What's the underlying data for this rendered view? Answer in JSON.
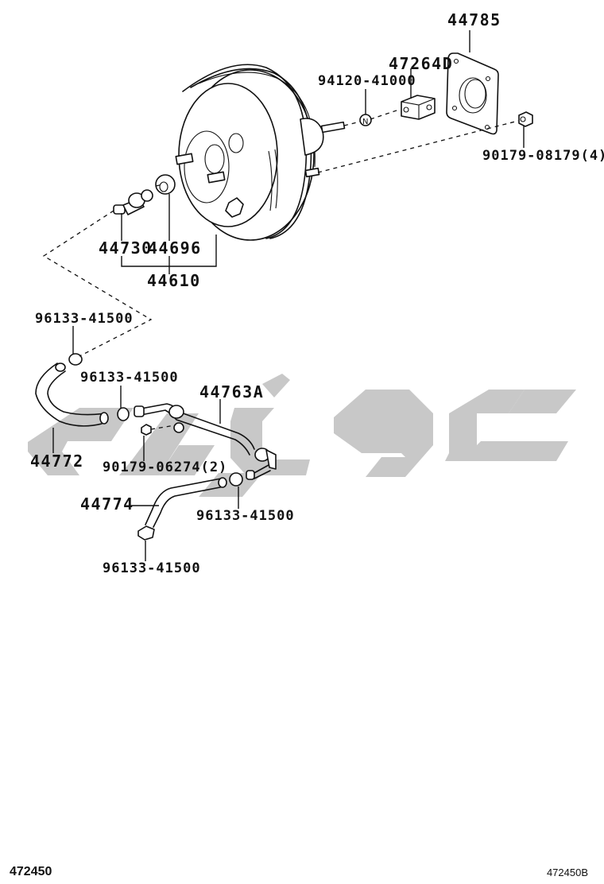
{
  "diagram": {
    "subject": "Brake booster assembly and vacuum hoses",
    "watermark_color": "#c8c8c8",
    "line_color": "#111111",
    "background": "#ffffff",
    "callouts": [
      {
        "id": "p44785",
        "label": "44785",
        "part": "gasket"
      },
      {
        "id": "p47264D",
        "label": "47264D",
        "part": "clevis"
      },
      {
        "id": "p94120",
        "label": "94120-41000",
        "part": "nut"
      },
      {
        "id": "p90179_08179",
        "label": "90179-08179(4)",
        "part": "nut"
      },
      {
        "id": "p44730",
        "label": "44730",
        "part": "check valve"
      },
      {
        "id": "p44696",
        "label": "44696",
        "part": "grommet"
      },
      {
        "id": "p44610",
        "label": "44610",
        "part": "brake booster assy"
      },
      {
        "id": "p96133_a",
        "label": "96133-41500",
        "part": "hose clip"
      },
      {
        "id": "p96133_b",
        "label": "96133-41500",
        "part": "hose clip"
      },
      {
        "id": "p44763A",
        "label": "44763A",
        "part": "vacuum pipe"
      },
      {
        "id": "p44772",
        "label": "44772",
        "part": "vacuum hose"
      },
      {
        "id": "p90179_06274",
        "label": "90179-06274(2)",
        "part": "nut"
      },
      {
        "id": "p44774",
        "label": "44774",
        "part": "vacuum hose"
      },
      {
        "id": "p96133_c",
        "label": "96133-41500",
        "part": "hose clip"
      },
      {
        "id": "p96133_d",
        "label": "96133-41500",
        "part": "hose clip"
      }
    ],
    "footer": {
      "left_code": "472450",
      "right_code": "472450B"
    }
  }
}
